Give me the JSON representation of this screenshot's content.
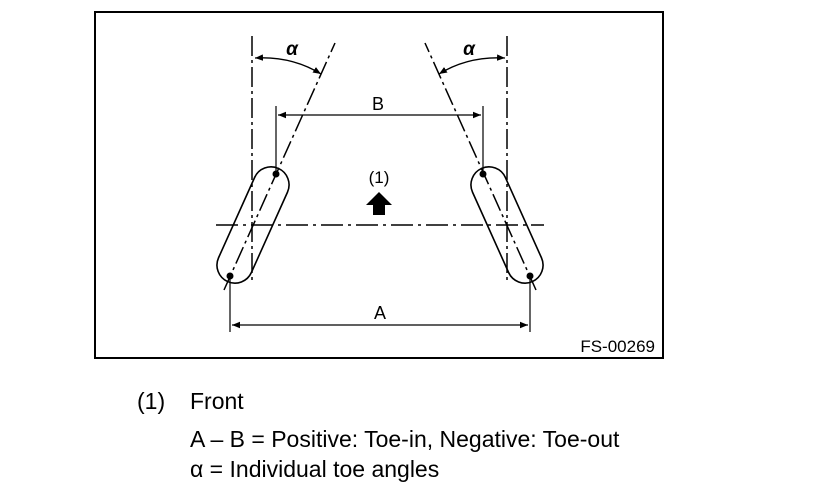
{
  "diagram": {
    "figure_id": "FS-00269",
    "label_alpha": "α",
    "label_a": "A",
    "label_b": "B",
    "label_front_marker": "(1)"
  },
  "legend": {
    "item_number": "(1)",
    "item_label": "Front",
    "line1": "A – B = Positive: Toe-in, Negative: Toe-out",
    "line2": "α = Individual toe angles"
  }
}
